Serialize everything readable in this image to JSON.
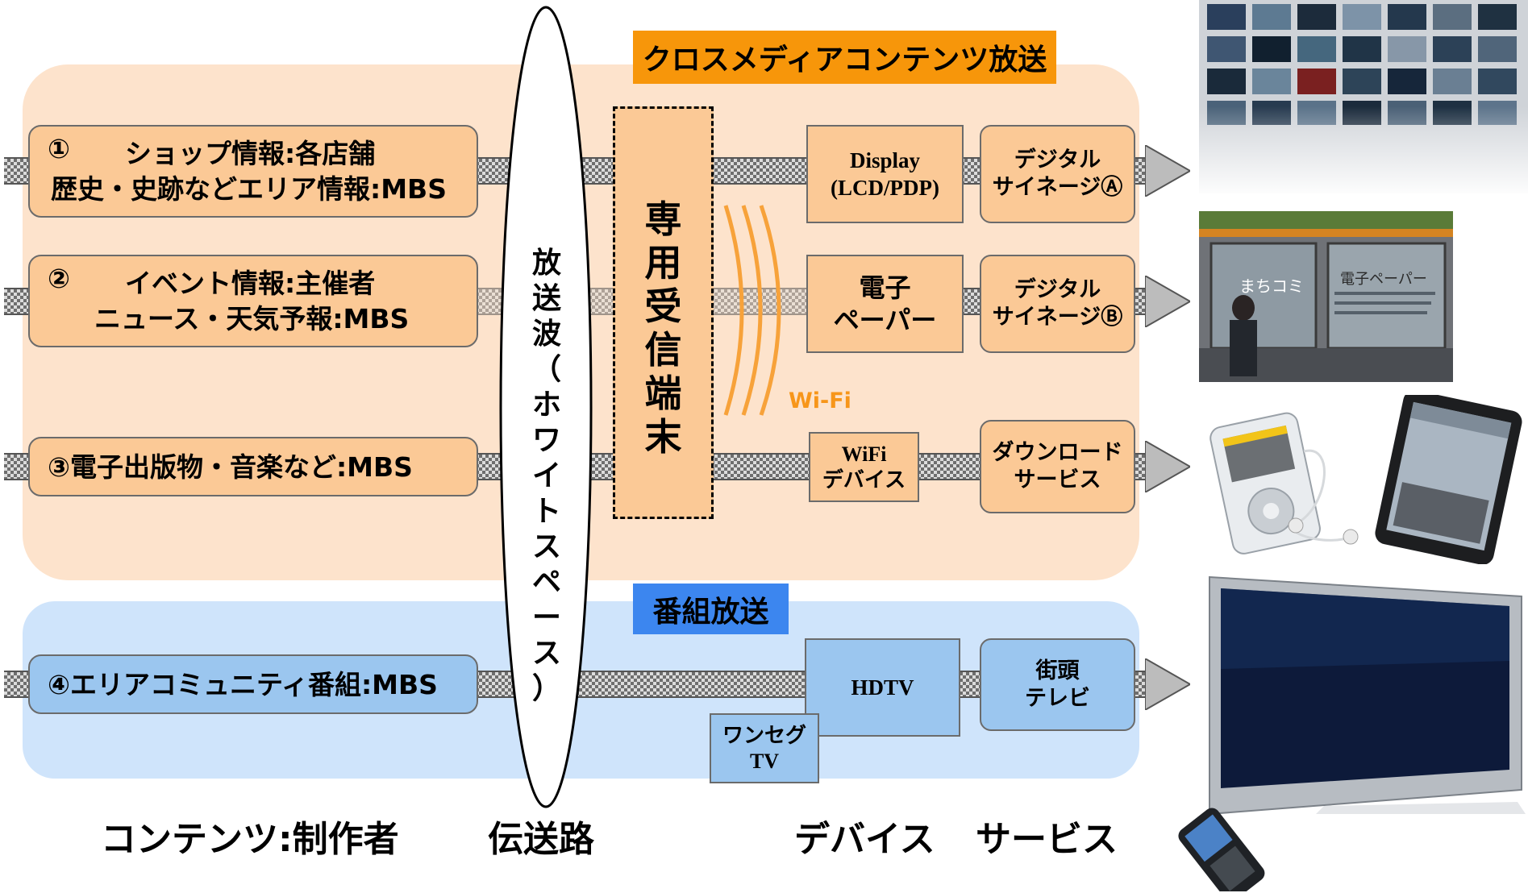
{
  "top_tag": "クロスメディアコンテンツ放送",
  "program_tag": "番組放送",
  "sources": [
    {
      "num": "①",
      "line1": "ショップ情報:各店舗",
      "line2": "歴史・史跡などエリア情報:MBS"
    },
    {
      "num": "②",
      "line1": "イベント情報:主催者",
      "line2": "ニュース・天気予報:MBS"
    },
    {
      "line": "③電子出版物・音楽など:MBS"
    },
    {
      "line": "④エリアコミュニティ番組:MBS"
    }
  ],
  "broadcast_wave_chars": [
    "放",
    "送",
    "波",
    "（",
    "ホ",
    "ワ",
    "イ",
    "ト",
    "ス",
    "ペ",
    "ー",
    "ス",
    "）"
  ],
  "receiver_chars": [
    "専",
    "用",
    "受",
    "信",
    "端",
    "末"
  ],
  "wifi_label": "Wi-Fi",
  "devices": {
    "display": [
      "Display",
      "(LCD/PDP)"
    ],
    "epaper": [
      "電子",
      "ペーパー"
    ],
    "wifi_device": [
      "WiFi",
      "デバイス"
    ],
    "hdtv": "HDTV",
    "oneseg": [
      "ワンセグ",
      "TV"
    ]
  },
  "services": {
    "signage_a": [
      "デジタル",
      "サイネージⒶ"
    ],
    "signage_b": [
      "デジタル",
      "サイネージⒷ"
    ],
    "download": [
      "ダウンロード",
      "サービス"
    ],
    "street_tv": [
      "街頭",
      "テレビ"
    ]
  },
  "signboard": {
    "left": "まちコミ",
    "right": "電子ペーパー"
  },
  "bottom_labels": {
    "contents": "コンテンツ:制作者",
    "path": "伝送路",
    "devices": "デバイス",
    "services": "サービス"
  },
  "colors": {
    "orange_panel": "#fde3cc",
    "blue_panel": "#cfe4fb",
    "orange_box": "#fbc996",
    "blue_box": "#9bc6ef",
    "wifi": "#f7a23a"
  }
}
